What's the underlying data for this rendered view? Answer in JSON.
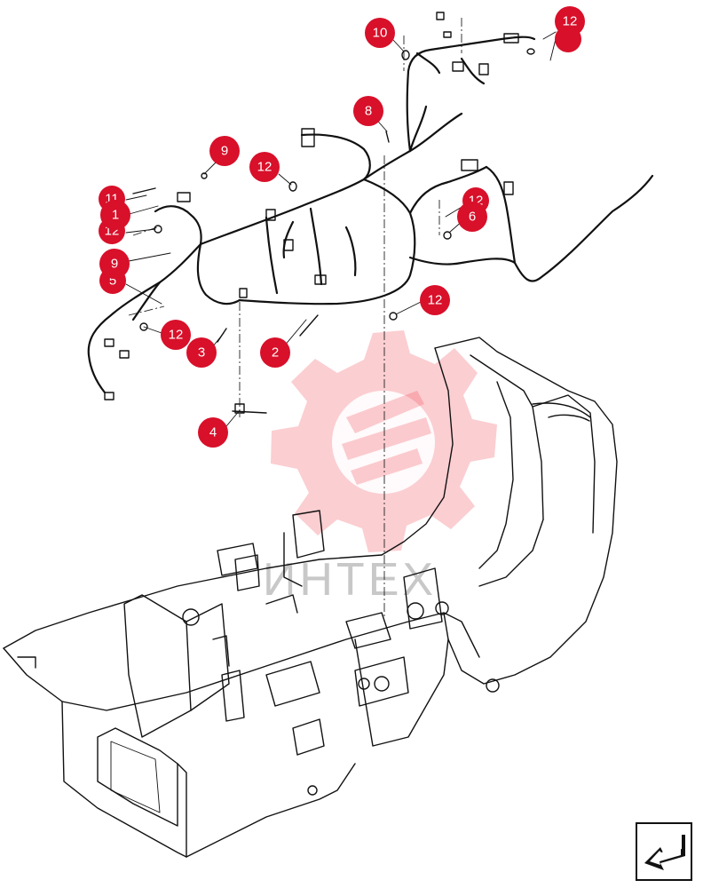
{
  "diagram": {
    "callouts": [
      {
        "id": "c10",
        "label": "10"
      },
      {
        "id": "c12a",
        "label": "12"
      },
      {
        "id": "c8",
        "label": "8"
      },
      {
        "id": "c9a",
        "label": "9"
      },
      {
        "id": "c12b",
        "label": "12"
      },
      {
        "id": "c11",
        "label": "11"
      },
      {
        "id": "c1",
        "label": "1"
      },
      {
        "id": "c12c",
        "label": "12"
      },
      {
        "id": "c12d",
        "label": "12"
      },
      {
        "id": "c6",
        "label": "6"
      },
      {
        "id": "c9b",
        "label": "9"
      },
      {
        "id": "c5",
        "label": "5"
      },
      {
        "id": "c12e",
        "label": "12"
      },
      {
        "id": "c12f",
        "label": "12"
      },
      {
        "id": "c3",
        "label": "3"
      },
      {
        "id": "c2",
        "label": "2"
      },
      {
        "id": "c4",
        "label": "4"
      }
    ],
    "watermark_text": "ИНТЕХ",
    "nav_icon": "arrow-back-icon",
    "colors": {
      "callout": "#d8102a",
      "watermark": "#f0505a"
    }
  }
}
